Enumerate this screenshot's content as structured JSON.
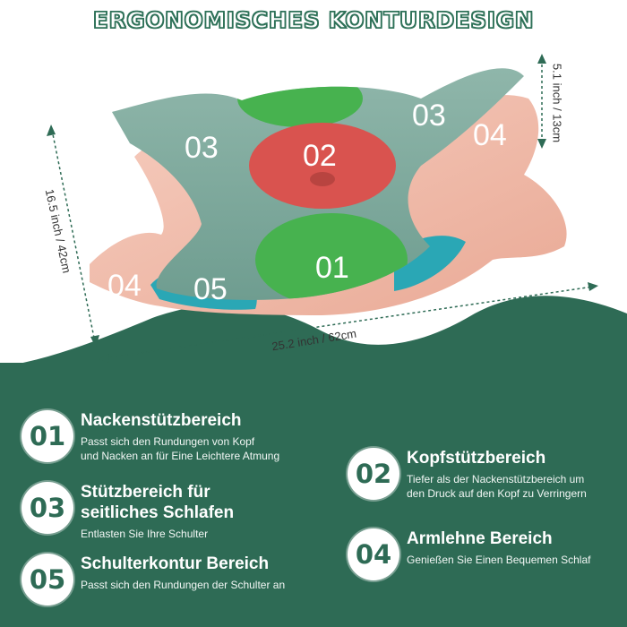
{
  "title": "ERGONOMISCHES KONTURDESIGN",
  "dimensions": {
    "width": "25.2 inch / 62cm",
    "depth": "16.5 inch / 42cm",
    "height": "5.1 inch / 13cm"
  },
  "zones": {
    "z01": "01",
    "z02": "02",
    "z03_left": "03",
    "z03_right": "03",
    "z04_left": "04",
    "z04_right": "04",
    "z05": "05"
  },
  "colors": {
    "brand_green": "#2e6b55",
    "zone_01": "#47b24f",
    "zone_02": "#d9534f",
    "zone_03": "#7fab9e",
    "zone_04": "#f0b7a4",
    "zone_05": "#2aa7b5"
  },
  "features": [
    {
      "number": "01",
      "title": "Nackenstützbereich",
      "desc_lines": [
        "Passt sich den Rundungen von Kopf",
        "und Nacken an für Eine Leichtere Atmung"
      ]
    },
    {
      "number": "03",
      "title_lines": [
        "Stützbereich für",
        "seitliches Schlafen"
      ],
      "desc_lines": [
        "Entlasten Sie Ihre Schulter"
      ]
    },
    {
      "number": "05",
      "title": "Schulterkontur Bereich",
      "desc_lines": [
        "Passt sich den Rundungen der Schulter an"
      ]
    },
    {
      "number": "02",
      "title": "Kopfstützbereich",
      "desc_lines": [
        "Tiefer als der Nackenstützbereich um",
        "den Druck auf den Kopf zu Verringern"
      ]
    },
    {
      "number": "04",
      "title": "Armlehne Bereich",
      "desc_lines": [
        "Genießen Sie Einen Bequemen Schlaf"
      ]
    }
  ]
}
